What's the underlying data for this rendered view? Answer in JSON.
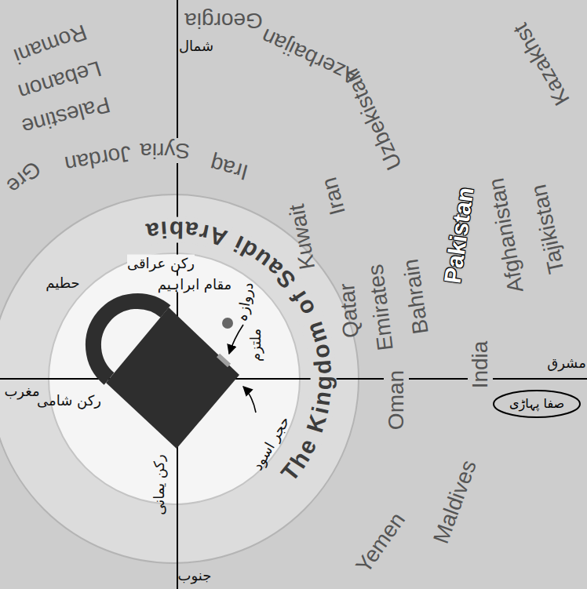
{
  "diagram": {
    "nodes": [
      {
        "text": [
          "صفا پہاڑی"
        ]
      }
    ],
    "labels": [
      "Georgia",
      "Romani",
      "Kazakhst",
      "شمال",
      "Azerbaijan",
      "Lebanon",
      "Uzbekistan",
      "Palestine",
      "Syria",
      "Jordan",
      "Iraq",
      "Iran",
      "Gre",
      "Kuwait",
      "Tajikistan",
      "Afghanistan",
      "Pakistan",
      "The Kingdom of Saudi Arabia",
      "رکن عراقی",
      "حطیم",
      "مقام ابراہیم",
      "دروازہ",
      "Qatar",
      "Emirates",
      "Bahrain",
      "ملتزم",
      "مشرق",
      "India",
      "Oman",
      "مغرب",
      "رکن شامی",
      "حجر اسود",
      "Maldives",
      "رکن یمانی",
      "Yemen",
      "جنوب"
    ]
  }
}
